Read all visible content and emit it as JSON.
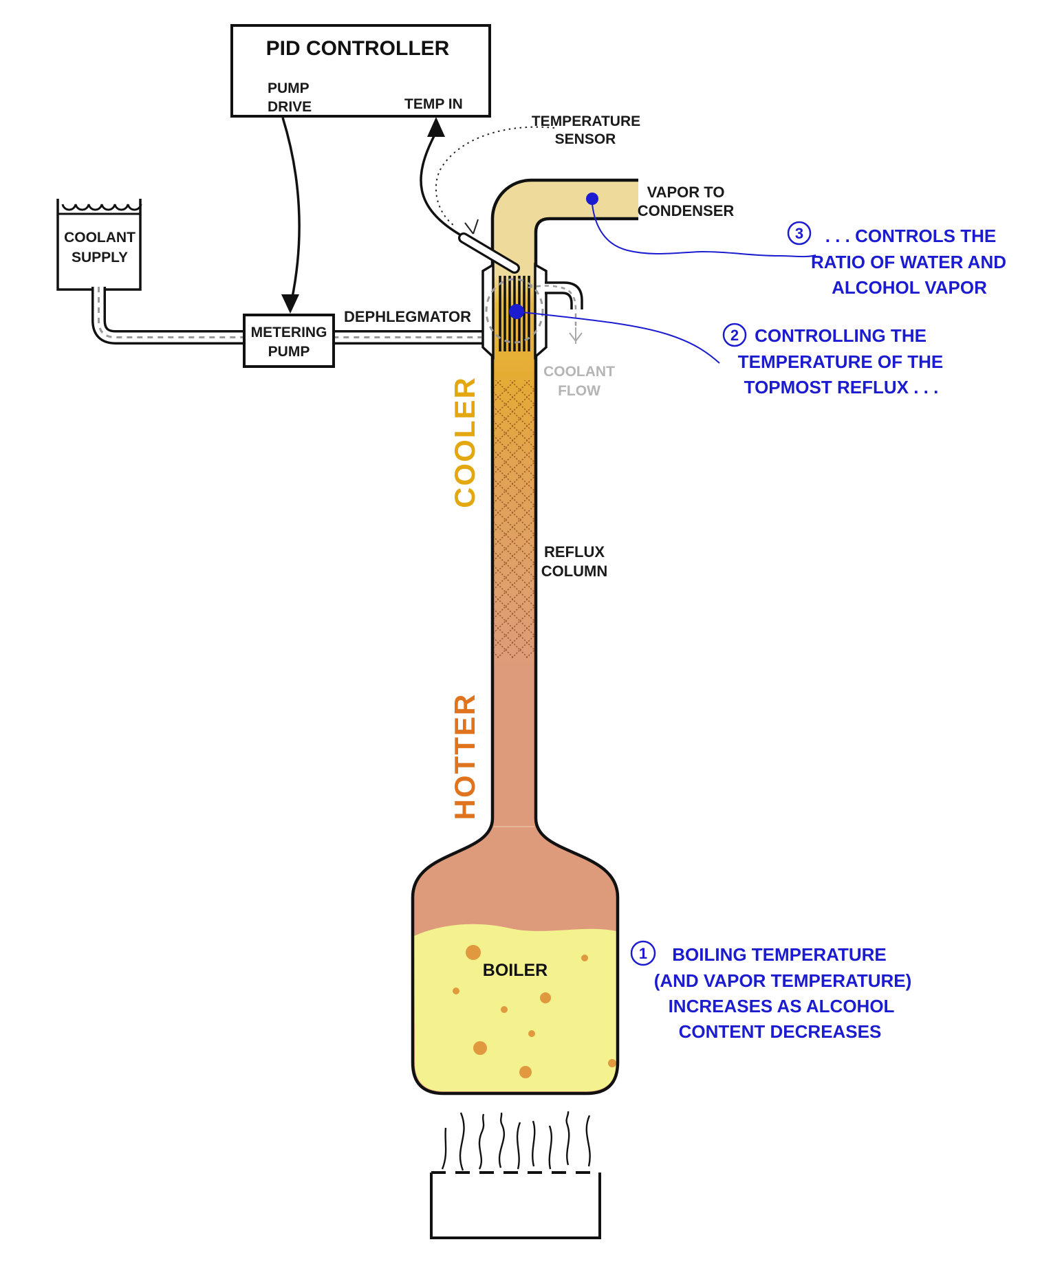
{
  "diagram": {
    "pid_controller": {
      "title": "PID CONTROLLER",
      "pump_drive_line1": "PUMP",
      "pump_drive_line2": "DRIVE",
      "temp_in": "TEMP IN"
    },
    "coolant_supply": {
      "line1": "COOLANT",
      "line2": "SUPPLY"
    },
    "metering_pump": {
      "line1": "METERING",
      "line2": "PUMP"
    },
    "dephlegmator_label": "DEPHLEGMATOR",
    "temperature_sensor": {
      "line1": "TEMPERATURE",
      "line2": "SENSOR"
    },
    "vapor_to_condenser": {
      "line1": "VAPOR TO",
      "line2": "CONDENSER"
    },
    "coolant_flow": {
      "line1": "COOLANT",
      "line2": "FLOW"
    },
    "reflux_column": {
      "line1": "REFLUX",
      "line2": "COLUMN"
    },
    "cooler_label": "COOLER",
    "hotter_label": "HOTTER",
    "boiler_label": "BOILER",
    "annotations": [
      {
        "number": "1",
        "lines": [
          "BOILING TEMPERATURE",
          "(AND VAPOR TEMPERATURE)",
          "INCREASES AS ALCOHOL",
          "CONTENT DECREASES"
        ]
      },
      {
        "number": "2",
        "lines": [
          "CONTROLLING THE",
          "TEMPERATURE OF THE",
          "TOPMOST REFLUX . . ."
        ]
      },
      {
        "number": "3",
        "lines": [
          ". . . CONTROLS THE",
          "RATIO OF WATER AND",
          "ALCOHOL VAPOR"
        ]
      }
    ],
    "colors": {
      "annotation_blue": "#1b1bcf",
      "cooler_gold": "#e3a70f",
      "hotter_orange": "#e0731d",
      "vapor_pale_yellow": "#eedb9b",
      "dephlegmator_gold": "#e7b23a",
      "column_salmon": "#de9b7b",
      "boiler_liquid_yellow": "#f4f18f",
      "bubble_orange": "#e0993f",
      "coolant_dash_gray": "#999999"
    }
  }
}
